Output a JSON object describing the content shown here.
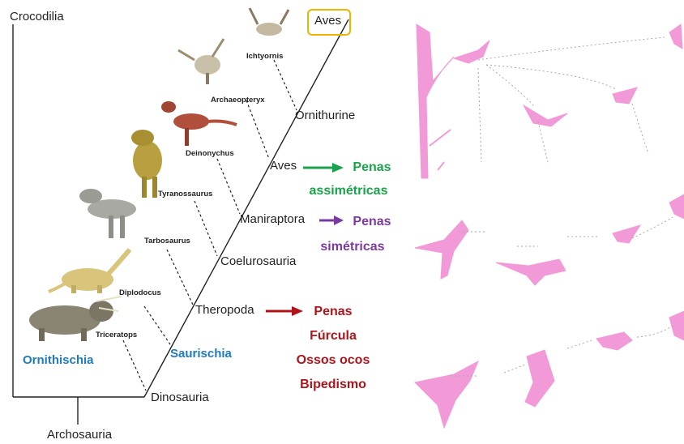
{
  "tree": {
    "crocodilia": "Crocodilia",
    "archosauria": "Archosauria",
    "dinosauria": "Dinosauria",
    "ornithischia": "Ornithischia",
    "saurischia": "Saurischia",
    "theropoda": "Theropoda",
    "coelurosauria": "Coelurosauria",
    "maniraptora": "Maniraptora",
    "aves_node": "Aves",
    "ornithurine": "Ornithurine",
    "aves_tip": "Aves"
  },
  "taxa": [
    "Triceratops",
    "Diplodocus",
    "Tarbosaurus",
    "Tyranossaurus",
    "Deinonychus",
    "Archaeopteryx",
    "Ichtyornis"
  ],
  "traits": {
    "aves": [
      "Penas",
      "assimétricas"
    ],
    "maniraptora": [
      "Penas",
      "simétricas"
    ],
    "theropoda": [
      "Penas",
      "Fúrcula",
      "Ossos ocos",
      "Bipedismo"
    ]
  },
  "colors": {
    "saurischia": "#1f7ac2",
    "green": "#1aa34a",
    "purple": "#7a3aa0",
    "red": "#b0141b",
    "aves_box": "#f0b400",
    "silhouette": "#f29ad8"
  }
}
